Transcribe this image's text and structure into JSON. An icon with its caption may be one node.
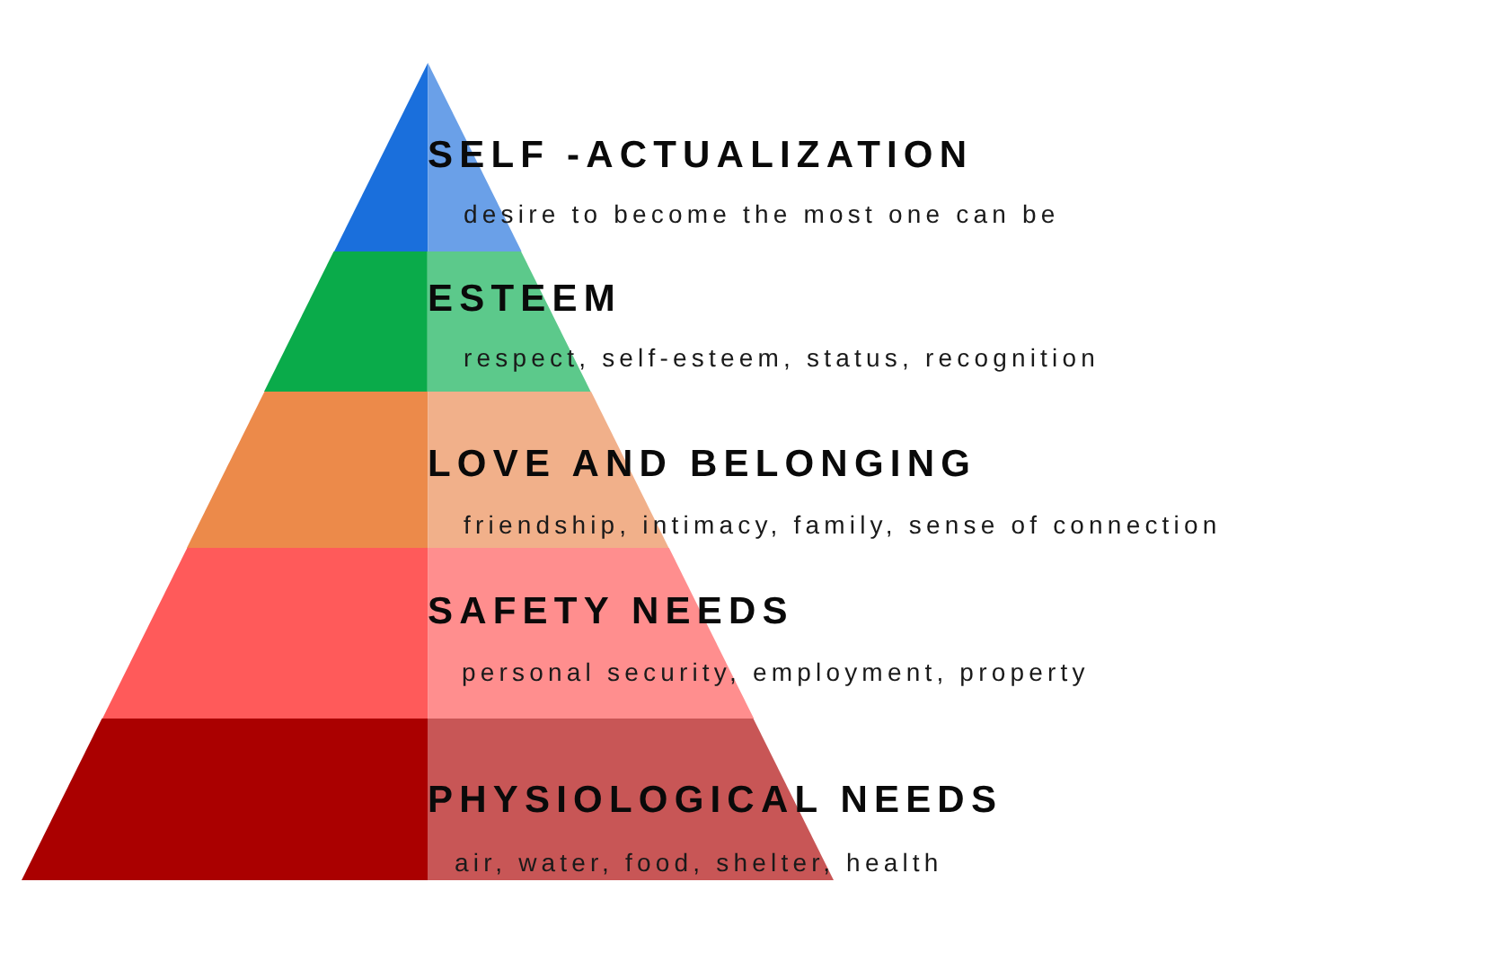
{
  "diagram": {
    "nodes": [
      {
        "text": [
          "SELF -ACTUALIZATION",
          "desire to become the most one can be"
        ]
      },
      {
        "text": [
          "ESTEEM",
          "respect, self-esteem, status, recognition"
        ]
      },
      {
        "text": [
          "LOVE AND BELONGING",
          "friendship, intimacy, family, sense of connection"
        ]
      },
      {
        "text": [
          "SAFETY NEEDS",
          "personal security, employment, property"
        ]
      },
      {
        "text": [
          "PHYSIOLOGICAL NEEDS",
          "air, water, food, shelter, health"
        ]
      }
    ]
  }
}
